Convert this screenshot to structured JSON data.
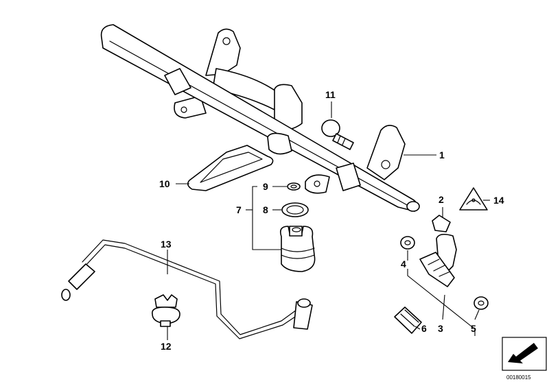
{
  "callouts": [
    "1",
    "2",
    "3",
    "4",
    "5",
    "6",
    "7",
    "8",
    "9",
    "10",
    "11",
    "12",
    "13",
    "14"
  ],
  "diagram_code": "00180015",
  "colors": {
    "line": "#000000",
    "background": "#ffffff"
  },
  "icons": [
    "warning-triangle-icon",
    "arrow-icon"
  ]
}
